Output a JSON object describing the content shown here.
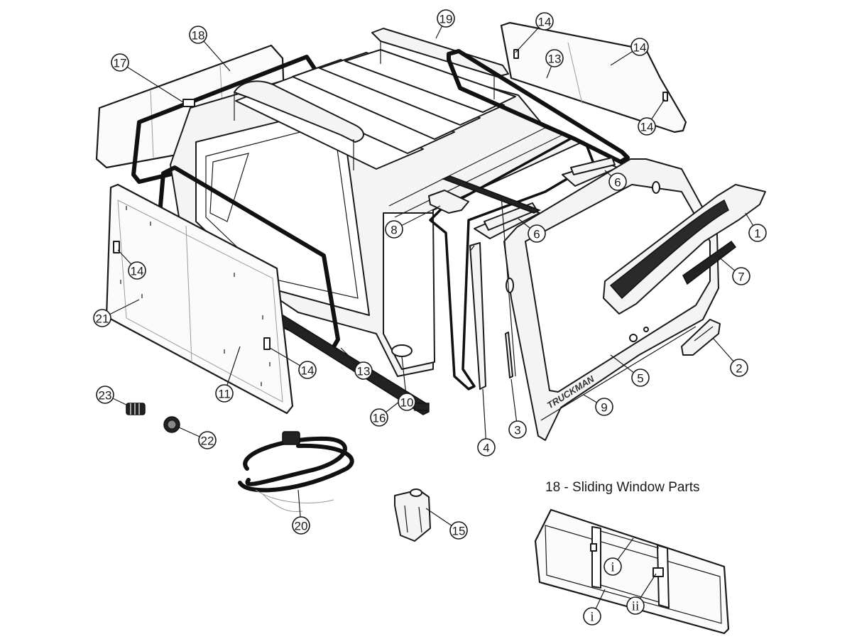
{
  "inset": {
    "title": "18 - Sliding Window Parts"
  },
  "brand_text": "TRUCKMAN",
  "callouts": [
    "1",
    "2",
    "3",
    "4",
    "5",
    "6",
    "6",
    "7",
    "8",
    "9",
    "10",
    "11",
    "13",
    "13",
    "14",
    "14",
    "14",
    "14",
    "14",
    "15",
    "16",
    "17",
    "18",
    "19",
    "20",
    "21",
    "22",
    "23"
  ],
  "inset_callouts": [
    "i",
    "i",
    "ii"
  ]
}
